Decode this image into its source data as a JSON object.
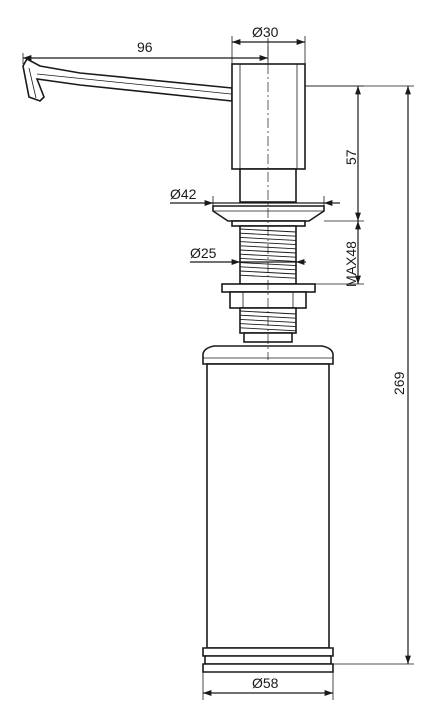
{
  "drawing": {
    "dimensions": {
      "spout_length": "96",
      "head_diameter": "Ø30",
      "head_height": "57",
      "flange_diameter": "Ø42",
      "max_counter_thickness": "MAX48",
      "thread_diameter": "Ø25",
      "total_height": "269",
      "bottle_diameter": "Ø58"
    }
  }
}
